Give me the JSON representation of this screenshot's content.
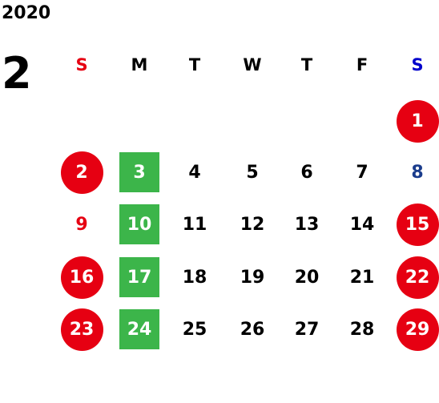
{
  "calendar": {
    "year": "2020",
    "month": "2",
    "weekdays": [
      {
        "label": "S",
        "color": "#e60012"
      },
      {
        "label": "M",
        "color": "#000000"
      },
      {
        "label": "T",
        "color": "#000000"
      },
      {
        "label": "W",
        "color": "#000000"
      },
      {
        "label": "T",
        "color": "#000000"
      },
      {
        "label": "F",
        "color": "#000000"
      },
      {
        "label": "S",
        "color": "#0000cc"
      }
    ],
    "weeks": [
      [
        null,
        null,
        null,
        null,
        null,
        null,
        {
          "day": "1",
          "style": "red-circle"
        }
      ],
      [
        {
          "day": "2",
          "style": "red-circle"
        },
        {
          "day": "3",
          "style": "green-square"
        },
        {
          "day": "4"
        },
        {
          "day": "5"
        },
        {
          "day": "6"
        },
        {
          "day": "7"
        },
        {
          "day": "8",
          "style": "blue-text"
        }
      ],
      [
        {
          "day": "9",
          "style": "red-text"
        },
        {
          "day": "10",
          "style": "green-square"
        },
        {
          "day": "11"
        },
        {
          "day": "12"
        },
        {
          "day": "13"
        },
        {
          "day": "14"
        },
        {
          "day": "15",
          "style": "red-circle"
        }
      ],
      [
        {
          "day": "16",
          "style": "red-circle"
        },
        {
          "day": "17",
          "style": "green-square"
        },
        {
          "day": "18"
        },
        {
          "day": "19"
        },
        {
          "day": "20"
        },
        {
          "day": "21"
        },
        {
          "day": "22",
          "style": "red-circle"
        }
      ],
      [
        {
          "day": "23",
          "style": "red-circle"
        },
        {
          "day": "24",
          "style": "green-square"
        },
        {
          "day": "25"
        },
        {
          "day": "26"
        },
        {
          "day": "27"
        },
        {
          "day": "28"
        },
        {
          "day": "29",
          "style": "red-circle"
        }
      ]
    ]
  },
  "colors": {
    "holiday_red": "#e60012",
    "holiday_green": "#3cb54a",
    "saturday_blue": "#1a3c8c",
    "text_default": "#000000",
    "text_on_fill": "#ffffff"
  }
}
